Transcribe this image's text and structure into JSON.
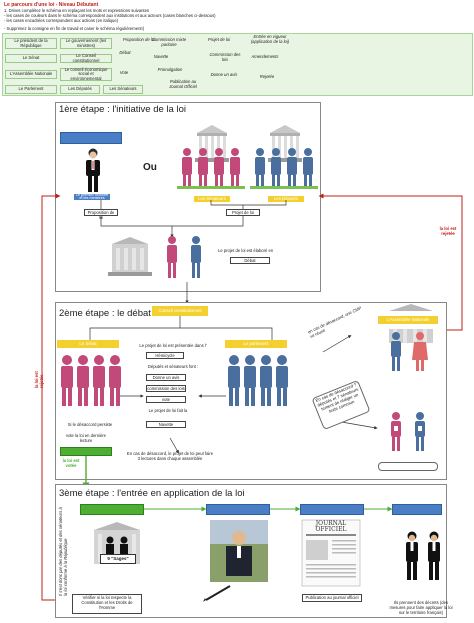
{
  "header": {
    "title": "Le parcours d'une loi - Niveau Débutant",
    "instructions": [
      "1. Drives complétez le schéma en replaçant les mots et expressions suivantes",
      "- les cases de couleurs dans le schéma correspondent aux institutions et aux acteurs (cases blanches ci-dessous)",
      "- les cases encadrées correspondent aux actions (en italique)",
      "- Supprimez la consigne en fin de travail et caser le schéma régulièrement!)"
    ]
  },
  "word_bank": {
    "chips": [
      "Le président de la République",
      "Le gouvernement (les ministres)",
      "Le Sénat",
      "Le Conseil constitutionnel",
      "L'Assemblée Nationale",
      "Le conseil économique social et environnemental",
      "Le Parlement",
      "Les Députés",
      "Les Sénateurs"
    ],
    "terms": [
      "Proposition de loi",
      "Commission mixte paritaire",
      "Projet de loi",
      "Entrée en vigueur (application de la loi)",
      "Débat",
      "Navette",
      "Commission des lois",
      "Amendements",
      "Promulgation",
      "Vote",
      "Donne un avis",
      "Rejetée",
      "Publication au Journal Officiel"
    ]
  },
  "stage1": {
    "title": "1ère étape : l'initiative de la loi",
    "or_text": "Ou",
    "gov_label": "Le premier ministre et les ministres",
    "senateurs_label": "Les Sénateurs",
    "deputes_label": "Les Députés",
    "proposition_label": "Proposition de loi",
    "projet_label": "Projet de loi",
    "drafted_text": "Le projet de loi est élaboré en",
    "debat_label": "Débat"
  },
  "stage2": {
    "title": "2ème étape : le débat au",
    "parliament_label": "Conseil constitutionnel",
    "senat_label": "Le Sénat",
    "an_label": "Le parlement",
    "an_right_label": "L'Assemblée Nationale",
    "presented_text": "Le projet de loi est présentée dans l'",
    "hemicycle": "Hémicycle",
    "deputies_text": "Députés et sénateurs font :",
    "avis": "Donne un avis",
    "commission": "commission des lois",
    "vote": "vote",
    "back_forth": "Le projet de loi fait la",
    "navette": "Navette",
    "disagree_left": "Si le désaccord persiste",
    "last_reading": "vote la loi en dernière lecture",
    "disagree_mid": "En cas de désaccord, le projet de loi peut faire 3 lectures dans chaque assemblée",
    "disagree_right1": "en cas de désaccord, une CMP se réunit",
    "disagree_right2": "En cas de désaccord ? députés et 7 sénateurs tentent de rédiger un texte commun"
  },
  "stage3": {
    "title": "3ème étape : l'entrée en application de la loi",
    "sages_label": "9 \"Sages\"",
    "verify_text": "Vérifier si la loi respecte la Constitution et les Droits de l'Homme",
    "journal_title": "JOURNAL OFFICIEL",
    "publication": "Publication au journal officiel",
    "decrees_text": "Ils prennent des décrets (des mesures pour faire appliquer la loi sur le territoire français)",
    "side_text": "Il s'est donc par des députés et des sénateurs à la loi conforme à la République"
  },
  "side_labels": {
    "rejected": "la loi est rejetée",
    "rejected_left": "la loi est rejetée",
    "voted": "la loi est votée"
  },
  "colors": {
    "blue": "#4a7fc6",
    "yellow": "#f4d02e",
    "green": "#4caf32",
    "red": "#c0201a",
    "pink": "#c24a7a"
  }
}
